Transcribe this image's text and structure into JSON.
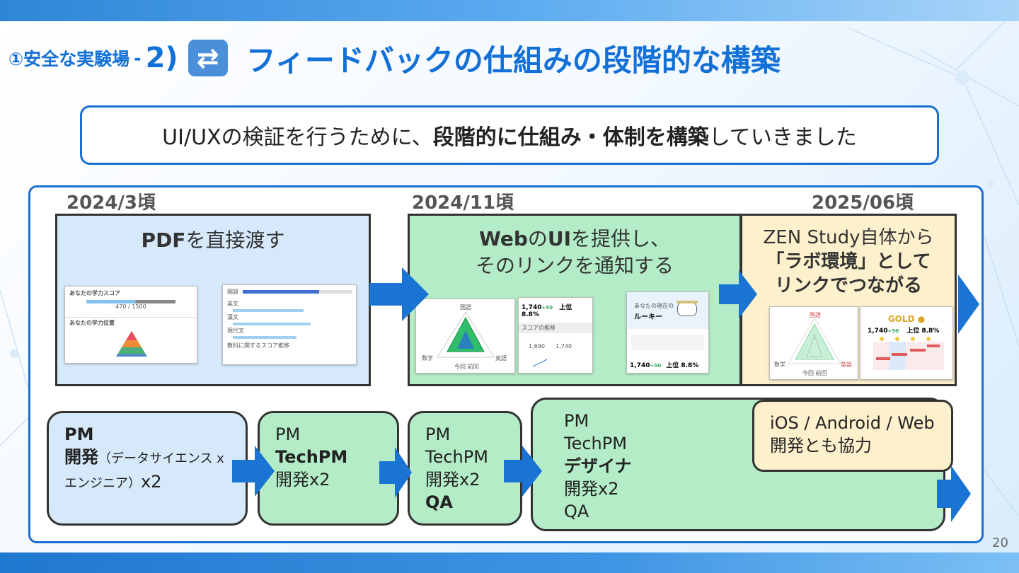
{
  "header": {
    "section": "①安全な実験場",
    "separator": "-",
    "number": "2)",
    "icon": "arrows-cycle-icon",
    "heading": "フィードバックの仕組みの段階的な構築"
  },
  "subtitle": {
    "prefix": "UI/UXの検証を行うために、",
    "bold": "段階的に仕組み・体制を構築",
    "suffix": " していきました"
  },
  "timeline": {
    "dates": [
      "2024/3頃",
      "2024/11頃",
      "2025/06頃"
    ]
  },
  "panels": {
    "pdf": {
      "title_bold": "PDF",
      "title_rest": "を直接渡す"
    },
    "web": {
      "line1_bold1": "Web",
      "line1_mid": "の",
      "line1_bold2": "UI",
      "line1_rest": "を提供し、",
      "line2": "そのリンクを通知する"
    },
    "zen": {
      "line1": "ZEN Study自体から",
      "line2": "「ラボ環境」として",
      "line3": "リンクでつながる"
    }
  },
  "screens": {
    "pdf_card1": {
      "header": "あなたの学力スコア",
      "score": "470 / 1500",
      "section2": "あなたの学力位置"
    },
    "pdf_card2": {
      "label": "国語",
      "subjects": [
        "英文",
        "漢文",
        "現代文"
      ],
      "footer": "教科に関するスコア推移"
    },
    "web_radar": {
      "top": "国語",
      "left": "数学",
      "right": "英語",
      "legend_now": "今回",
      "legend_prev": "前回"
    },
    "web_score": {
      "score": "1,740",
      "delta": "+50",
      "rank_label": "上位",
      "rank": "8.8",
      "rank_unit": "%",
      "section": "スコアの推移",
      "v1": "1,690",
      "v2": "1,740"
    },
    "web_rookie": {
      "caption": "あなたの現在の",
      "rank_name": "ルーキー",
      "score": "1,740",
      "delta": "+50",
      "rank_label": "上位",
      "rank": "8.8",
      "rank_unit": "%"
    },
    "zen_radar": {
      "top": "国語",
      "left": "数学",
      "right": "英語",
      "legend_now": "今回",
      "legend_prev": "前回"
    },
    "zen_gold": {
      "badge": "GOLD",
      "score": "1,740",
      "delta": "+50",
      "rank_label": "上位",
      "rank": "8.8",
      "rank_unit": "%"
    }
  },
  "teams": {
    "t1": {
      "line1": "PM",
      "line2_bold": "開発",
      "line2_small": "（データサイエンス x",
      "line3_small": "エンジニア）",
      "line3": "x2"
    },
    "t2": {
      "line1": "PM",
      "line2": "TechPM",
      "line3": "開発x2"
    },
    "t3": {
      "line1": "PM",
      "line2": "TechPM",
      "line3": "開発x2",
      "line4": "QA"
    },
    "t4": {
      "line1": "PM",
      "line2": "TechPM",
      "line3": "デザイナ",
      "line4": "開発x2",
      "line5": "QA"
    },
    "t5": {
      "line1": "iOS / Android / Web",
      "line2": "開発とも協力"
    }
  },
  "page_number": "20",
  "colors": {
    "accent": "#1a6fd0",
    "panel_blue": "#d6e9fb",
    "panel_green": "#b3ecc6",
    "panel_yellow": "#fdf0cc",
    "arrow": "#1a74d4"
  }
}
